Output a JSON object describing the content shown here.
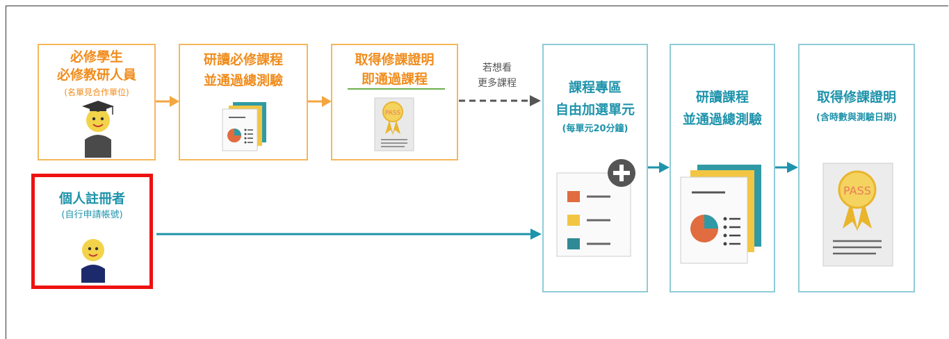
{
  "top_row": {
    "box1": {
      "line1": "必修學生",
      "line2": "必修教研人員",
      "sub": "(名單見合作單位)"
    },
    "box2": {
      "line1": "研讀必修課程",
      "line2": "並通過總測驗"
    },
    "box3": {
      "line1": "取得修課證明",
      "line2": "即通過課程"
    },
    "more_label": {
      "line1": "若想看",
      "line2": "更多課程"
    }
  },
  "bottom_row": {
    "box": {
      "line1": "個人註冊者",
      "sub": "(自行申請帳號)"
    }
  },
  "right_flow": {
    "box1": {
      "line1": "課程專區",
      "line2": "自由加選單元",
      "sub": "(每單元20分鐘)"
    },
    "box2": {
      "line1": "研讀課程",
      "line2": "並通過總測驗"
    },
    "box3": {
      "line1": "取得修課證明",
      "sub": "(含時數與測驗日期)"
    }
  },
  "icons": {
    "certificate_text": "PASS",
    "names": [
      "graduate-avatar-icon",
      "user-avatar-icon",
      "documents-chart-icon",
      "certificate-icon",
      "add-module-icon"
    ]
  },
  "colors": {
    "orange": "#f5a640",
    "orange_text": "#f08c1c",
    "teal": "#1e93ab",
    "teal_border": "#8fcbd6",
    "green_underline": "#6ab04c",
    "highlight": "#ee1111"
  }
}
